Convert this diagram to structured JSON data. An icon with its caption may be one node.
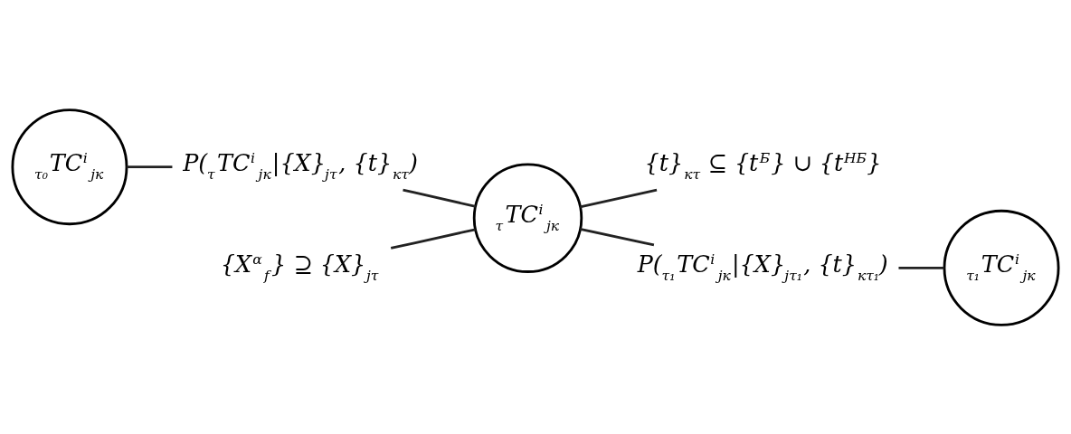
{
  "diagram": {
    "nodes": [
      {
        "text": [
          "$_{τ₀}$TC$^{i}$$_{jк}$"
        ]
      },
      {
        "text": [
          "P($_{τ}$TC$^{i}$$_{jк}$|{X}$_{jτ}$, {t}$_{кτ}$)"
        ]
      },
      {
        "text": [
          "$_{τ}$TC$^{i}$$_{jк}$"
        ]
      },
      {
        "text": [
          "{t}$_{кτ}$ ⊆ {t$^{Б}$} ∪ {t$^{НБ}$}"
        ]
      },
      {
        "text": [
          "{X$^{α}$$_{f}$} ⊇ {X}$_{jτ}$"
        ]
      },
      {
        "text": [
          "P($_{τ₁}$TC$^{i}$$_{jк}$|{X}$_{jτ₁}$, {t}$_{кτ₁}$)"
        ]
      },
      {
        "text": [
          "$_{τ₁}$TC$^{i}$$_{jк}$"
        ]
      }
    ],
    "edges": [
      {
        "from": 0,
        "to": 1,
        "arrow": "none"
      },
      {
        "from": 1,
        "to": 2,
        "arrow": "none"
      },
      {
        "from": 2,
        "to": 3,
        "arrow": "none"
      },
      {
        "from": 4,
        "to": 2,
        "arrow": "none"
      },
      {
        "from": 2,
        "to": 5,
        "arrow": "none"
      },
      {
        "from": 5,
        "to": 6,
        "arrow": "none"
      }
    ]
  }
}
